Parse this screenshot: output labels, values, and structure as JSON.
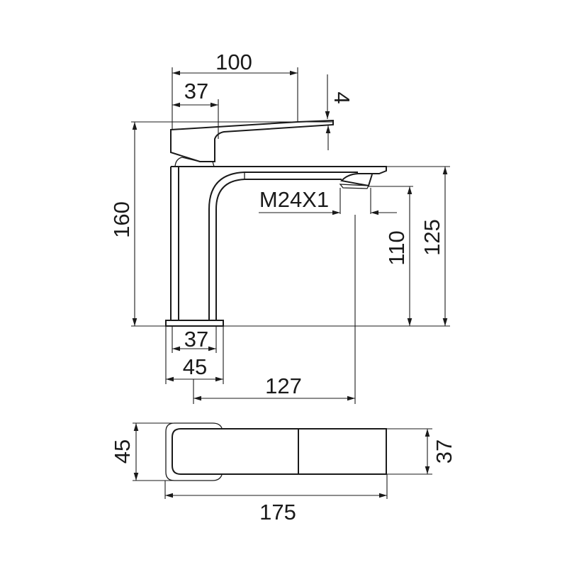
{
  "dimensions": {
    "handle_length": "100",
    "handle_base": "37",
    "handle_tilt": "4",
    "total_height": "160",
    "thread": "M24X1",
    "spout_clearance": "110",
    "spout_height": "125",
    "body_width": "37",
    "base_width": "45",
    "spout_reach": "127",
    "plan_width": "45",
    "plan_body_width": "37",
    "plan_length": "175"
  },
  "colors": {
    "line": "#1a1a1a",
    "background": "#ffffff"
  }
}
